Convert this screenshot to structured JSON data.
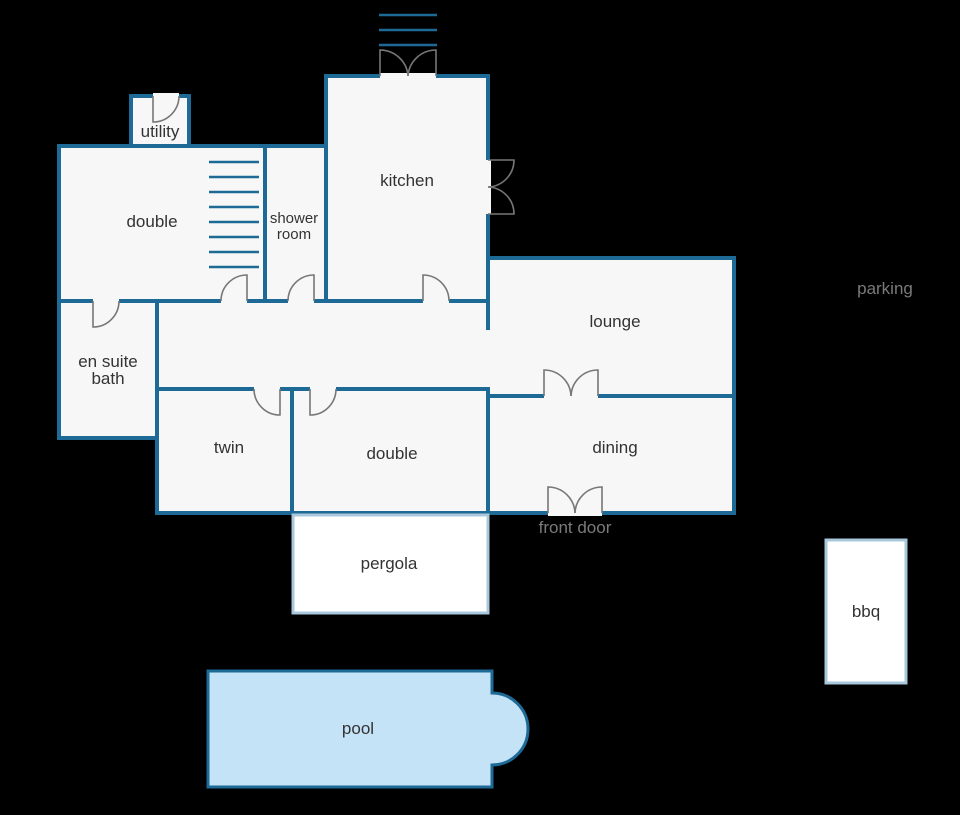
{
  "labels": {
    "utility": "utility",
    "kitchen": "kitchen",
    "double_upper": "double",
    "shower_line1": "shower",
    "shower_line2": "room",
    "ensuite_line1": "en suite",
    "ensuite_line2": "bath",
    "lounge": "lounge",
    "twin": "twin",
    "double_lower": "double",
    "dining": "dining",
    "front_door": "front door",
    "pergola": "pergola",
    "pool": "pool",
    "parking": "parking",
    "bbq": "bbq"
  },
  "colors": {
    "background": "#000000",
    "wall": "#1d6a96",
    "room_fill": "#f7f7f7",
    "pool_fill": "#c5e3f6",
    "outbuilding_stroke": "#a9c8dc"
  }
}
